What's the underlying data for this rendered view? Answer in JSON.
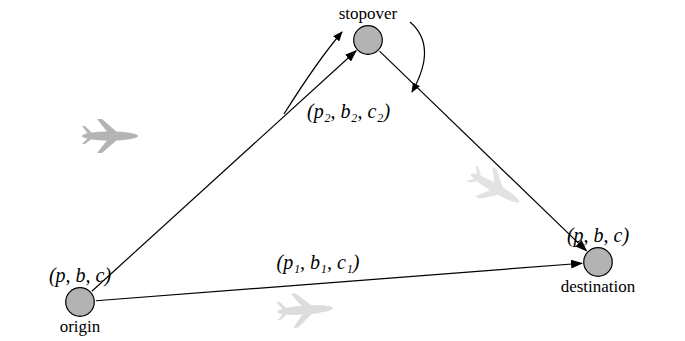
{
  "diagram": {
    "nodes": [
      {
        "text": [
          "(p, b, c)",
          "origin"
        ]
      },
      {
        "text": [
          "stopover"
        ]
      },
      {
        "text": [
          "(p, b, c)",
          "destination"
        ]
      }
    ],
    "edges": [
      {
        "from": 0,
        "to": 1,
        "arrow": "to"
      },
      {
        "from": 1,
        "to": 2,
        "arrow": "to"
      },
      {
        "from": 0,
        "to": 2,
        "arrow": "to",
        "label": "(p₁, b₁, c₁)"
      }
    ],
    "labels": [
      "(p₂, b₂, c₂)"
    ]
  }
}
